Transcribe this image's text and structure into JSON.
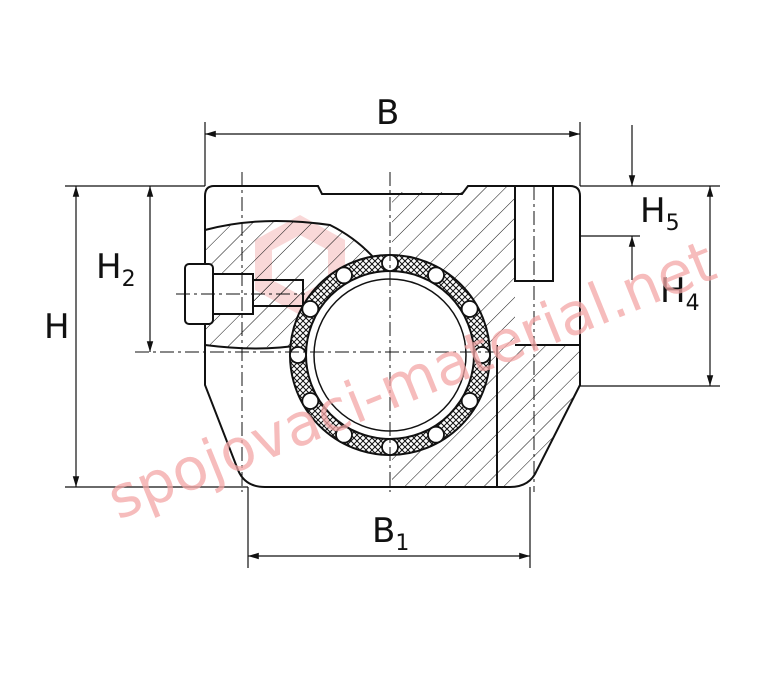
{
  "labels": {
    "B": {
      "main": "B",
      "sub": ""
    },
    "B1": {
      "main": "B",
      "sub": "1"
    },
    "H": {
      "main": "H",
      "sub": ""
    },
    "H2": {
      "main": "H",
      "sub": "2"
    },
    "H4": {
      "main": "H",
      "sub": "4"
    },
    "H5": {
      "main": "H",
      "sub": "5"
    }
  },
  "watermark": "spojovaci-material.net",
  "colors": {
    "line": "#111111",
    "watermark": "#f3a6a6",
    "bearing_fill": "#222222",
    "background": "#ffffff"
  }
}
